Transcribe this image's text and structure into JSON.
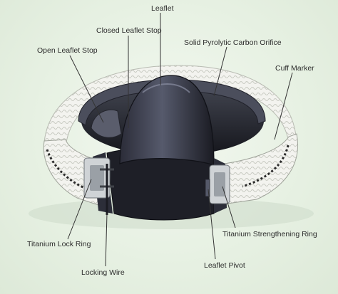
{
  "labels": {
    "leaflet": "Leaflet",
    "closed_leaflet_stop": "Closed Leaflet Stop",
    "orifice": "Solid Pyrolytic Carbon Orifice",
    "open_leaflet_stop": "Open Leaflet Stop",
    "cuff_marker": "Cuff Marker",
    "strengthening_ring": "Titanium Strengthening Ring",
    "lock_ring": "Titanium Lock Ring",
    "leaflet_pivot": "Leaflet Pivot",
    "locking_wire": "Locking Wire"
  },
  "colors": {
    "background": "#e7f1e3",
    "cuff_fabric": "#f2f2ee",
    "cuff_shadow": "#b9bcb4",
    "carbon_dark": "#1b1c24",
    "carbon_mid": "#3a3c48",
    "carbon_highlight": "#6b6f80",
    "leader_line": "#333333",
    "label_text": "#2c2c2c"
  }
}
